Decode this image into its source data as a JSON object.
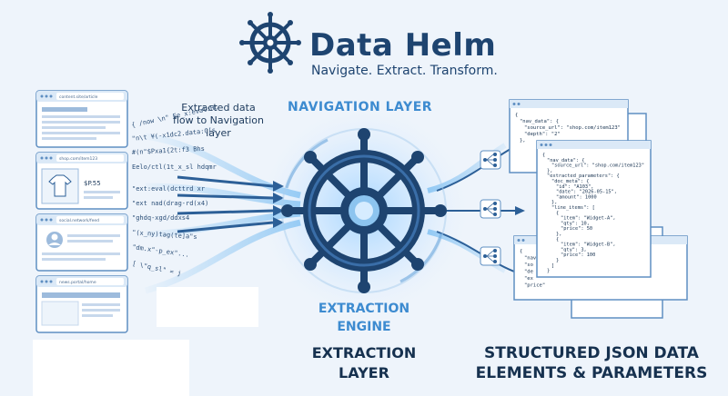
{
  "brand": {
    "name": "Data Helm",
    "tagline": "Navigate. Extract. Transform."
  },
  "labels": {
    "navigation_layer": "NAVIGATION LAYER",
    "extraction_engine": [
      "EXTRACTION",
      "ENGINE"
    ],
    "extraction_layer": [
      "EXTRACTION",
      "LAYER"
    ],
    "json_title": [
      "STRUCTURED JSON DATA",
      "ELEMENTS & PARAMETERS"
    ],
    "flow_note": [
      "Extracted data",
      "flow to Navigation",
      "layer"
    ]
  },
  "browsers": [
    {
      "url": "content.site/article"
    },
    {
      "url": "shop.com/item123"
    },
    {
      "url": "social.network/feed"
    },
    {
      "url": "news.portal/home"
    }
  ],
  "product_price": "$P.55",
  "json_back": {
    "lines": [
      "{",
      "\"nav_data\": {",
      "\"source_url\": \"shop.com/item123\"",
      "\"depth\": \"2\"",
      "},"
    ]
  },
  "json_front": {
    "lines": [
      "{",
      "\"nav_data\": {",
      "\"source_url\": \"shop.com/item123\"",
      "},",
      "\"extracted_parameters\": {",
      "\"doc_meta\": {",
      "\"id\": \"A103\",",
      "\"date\": \"2026-05-15\",",
      "\"amount\": 1000",
      "},",
      "\"line_items\": [",
      "{",
      "\"item\": \"Widget-A\",",
      "\"qty\": 10,",
      "\"price\": 50",
      "},",
      "{",
      "\"item\": \"Widget-B\",",
      "\"qty\": 3,",
      "\"price\": 100",
      "}",
      "]",
      "}"
    ]
  },
  "json_third": {
    "lines": [
      "{",
      "\"nav",
      "\"so",
      "\"de",
      "\"ex",
      "\"price\""
    ]
  },
  "colors": {
    "navy": "#1e4470",
    "accent_blue": "#3d8bd0",
    "light_blue": "#8cc4ef",
    "panel_border": "#5f8fc2"
  }
}
